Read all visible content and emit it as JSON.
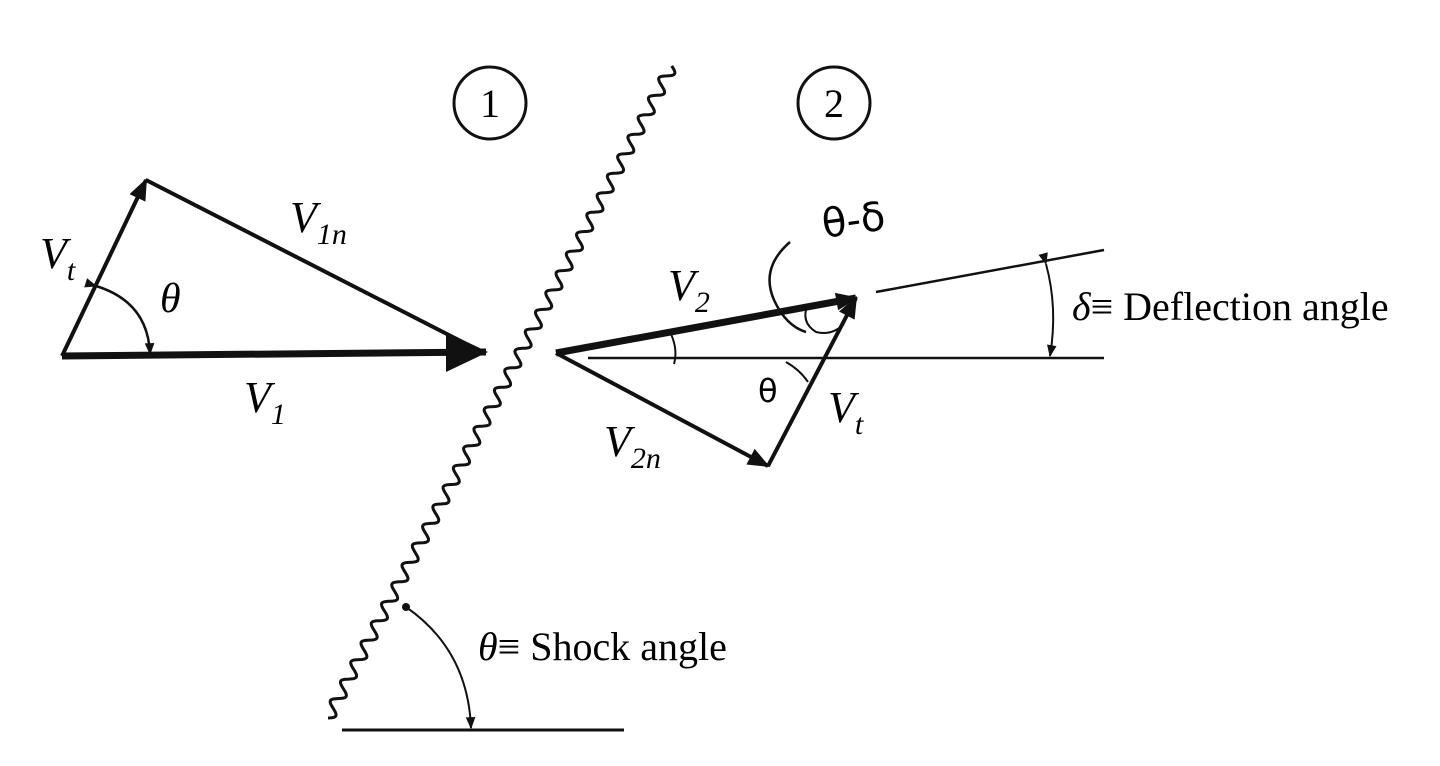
{
  "regions": {
    "upstream": "1",
    "downstream": "2"
  },
  "labels": {
    "v1": {
      "main": "V",
      "sub": "1"
    },
    "vt_left": {
      "main": "V",
      "sub": "t"
    },
    "v1n": {
      "main": "V",
      "sub": "1n"
    },
    "theta_left": "θ",
    "v2": {
      "main": "V",
      "sub": "2"
    },
    "v2n": {
      "main": "V",
      "sub": "2n"
    },
    "vt_right": {
      "main": "V",
      "sub": "t"
    },
    "theta_minus_delta": "θ-δ",
    "theta_right": "θ"
  },
  "annotations": {
    "deflection": {
      "symbol": "δ",
      "rest": "≡ Deflection angle"
    },
    "shock": {
      "symbol": "θ",
      "rest": "≡ Shock angle"
    }
  },
  "colors": {
    "ink": "#111111",
    "background": "#ffffff"
  }
}
